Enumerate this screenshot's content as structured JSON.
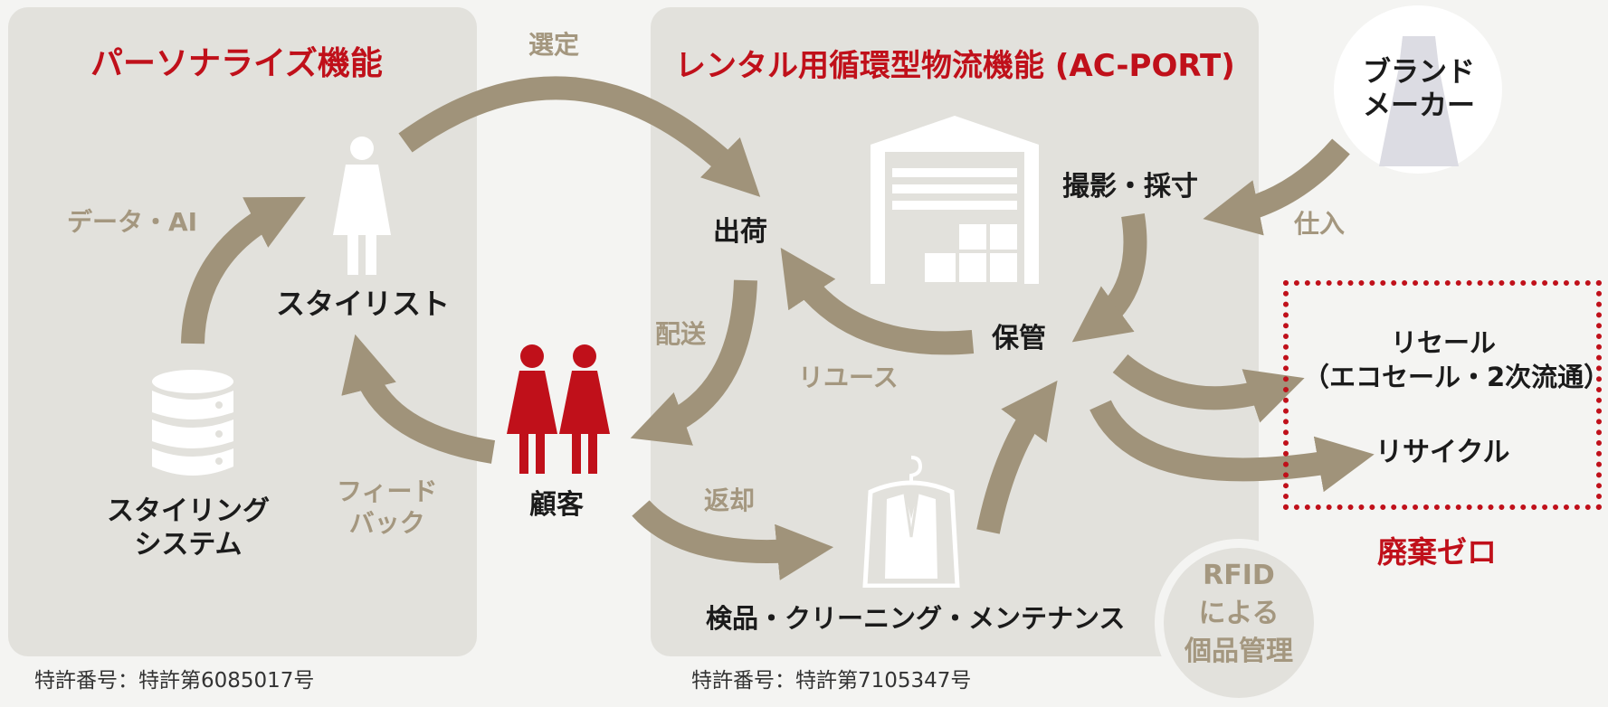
{
  "panels": {
    "left_title": "パーソナライズ機能",
    "right_title": "レンタル用循環型物流機能 (AC-PORT)"
  },
  "nodes": {
    "stylist": "スタイリスト",
    "styling_system_l1": "スタイリング",
    "styling_system_l2": "システム",
    "customer": "顧客",
    "shipping": "出荷",
    "storage": "保管",
    "photo_measure": "撮影・採寸",
    "inspection": "検品・クリーニング・メンテナンス",
    "brand_l1": "ブランド",
    "brand_l2": "メーカー",
    "resale_l1": "リセール",
    "resale_l2": "（エコセール・2次流通）",
    "recycle": "リサイクル",
    "zero_waste": "廃棄ゼロ",
    "rfid_l1": "RFID",
    "rfid_l2": "による",
    "rfid_l3": "個品管理"
  },
  "edge_labels": {
    "selection": "選定",
    "data_ai": "データ・AI",
    "feedback_l1": "フィード",
    "feedback_l2": "バック",
    "delivery": "配送",
    "reuse": "リユース",
    "return": "返却",
    "purchase": "仕入"
  },
  "patents": {
    "left": "特許番号：特許第6085017号",
    "right": "特許番号：特許第7105347号"
  },
  "colors": {
    "panel": "#e2e1dc",
    "arrow": "#a0937a",
    "accent_red": "#c0101a",
    "muted_label": "#a4977f"
  }
}
